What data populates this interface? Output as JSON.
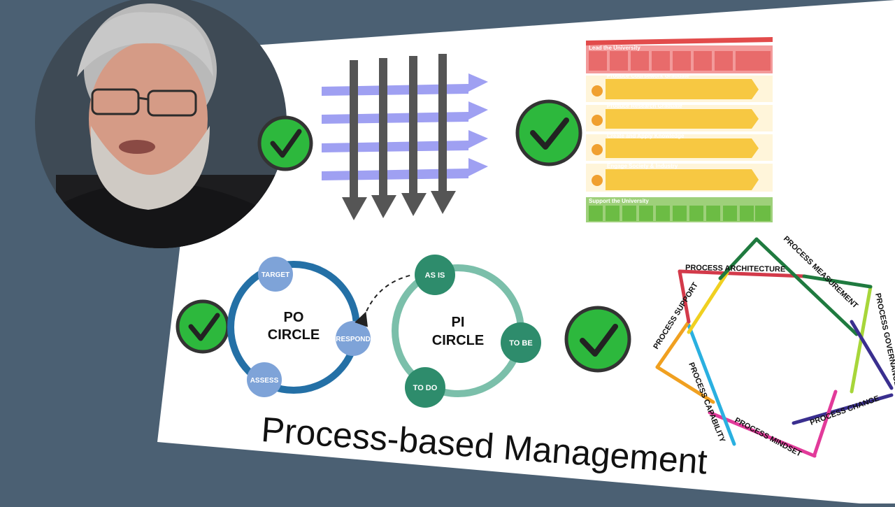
{
  "title": "Process-based Management",
  "po_circle": {
    "label_line1": "PO",
    "label_line2": "CIRCLE",
    "nodes": [
      "TARGET",
      "RESPOND",
      "ASSESS"
    ]
  },
  "pi_circle": {
    "label_line1": "PI",
    "label_line2": "CIRCLE",
    "nodes": [
      "AS IS",
      "TO BE",
      "TO DO"
    ]
  },
  "swimlane": {
    "lanes": [
      "Lead the University",
      "Produce Coursework Graduate",
      "Produce Research Graduate",
      "Create and Apply Knowledge",
      "Engage Society & Industry",
      "Support the University"
    ]
  },
  "pentagram": {
    "labels": [
      "PROCESS ARCHITECTURE",
      "PROCESS MEASUREMENT",
      "PROCESS GOVERNANCE",
      "PROCESS CHANGE",
      "PROCESS MINDSET",
      "PROCESS CAPABILITY",
      "PROCESS SUPPORT"
    ]
  },
  "colors": {
    "background": "#4b6073",
    "check_green": "#2db83d",
    "po_ring": "#2470a6",
    "po_node": "#7ea3d8",
    "pi_ring": "#7bbfaa",
    "pi_node": "#2e8c6c",
    "matrix_arrow_h": "#9fa0f2",
    "matrix_arrow_v": "#555555"
  }
}
